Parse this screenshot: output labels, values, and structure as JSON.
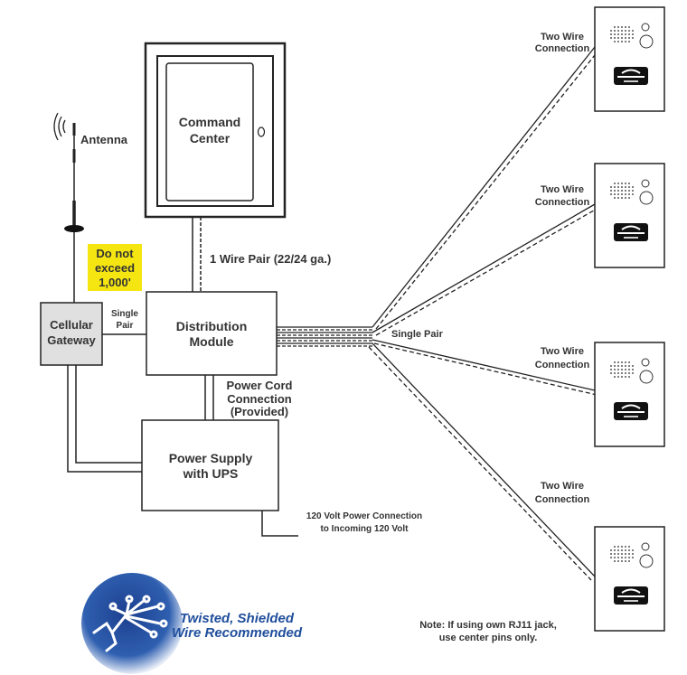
{
  "command_center": {
    "line1": "Command",
    "line2": "Center"
  },
  "antenna_label": "Antenna",
  "warning": {
    "line1": "Do not",
    "line2": "exceed",
    "line3": "1,000'",
    "color": "#f5e612"
  },
  "wire_pair_label": "1 Wire Pair (22/24 ga.)",
  "cellular_gateway": {
    "line1": "Cellular",
    "line2": "Gateway"
  },
  "gateway_link": {
    "line1": "Single",
    "line2": "Pair"
  },
  "distribution_module": {
    "line1": "Distribution",
    "line2": "Module"
  },
  "power_cord": {
    "line1": "Power Cord",
    "line2": "Connection",
    "line3": "(Provided)"
  },
  "power_supply": {
    "line1": "Power Supply",
    "line2": "with UPS"
  },
  "power_connection": {
    "line1": "120 Volt Power Connection",
    "line2": "to Incoming 120 Volt"
  },
  "bundle_label": "Single Pair",
  "phones": [
    {
      "line1": "Two Wire",
      "line2": "Connection"
    },
    {
      "line1": "Two Wire",
      "line2": "Connection"
    },
    {
      "line1": "Two Wire",
      "line2": "Connection"
    },
    {
      "line1": "Two Wire",
      "line2": "Connection"
    }
  ],
  "logo": {
    "line1": "Twisted, Shielded",
    "line2": "Wire Recommended",
    "color": "#1f4e9c"
  },
  "note": {
    "line1": "Note: If using own RJ11 jack,",
    "line2": "use center pins only."
  }
}
